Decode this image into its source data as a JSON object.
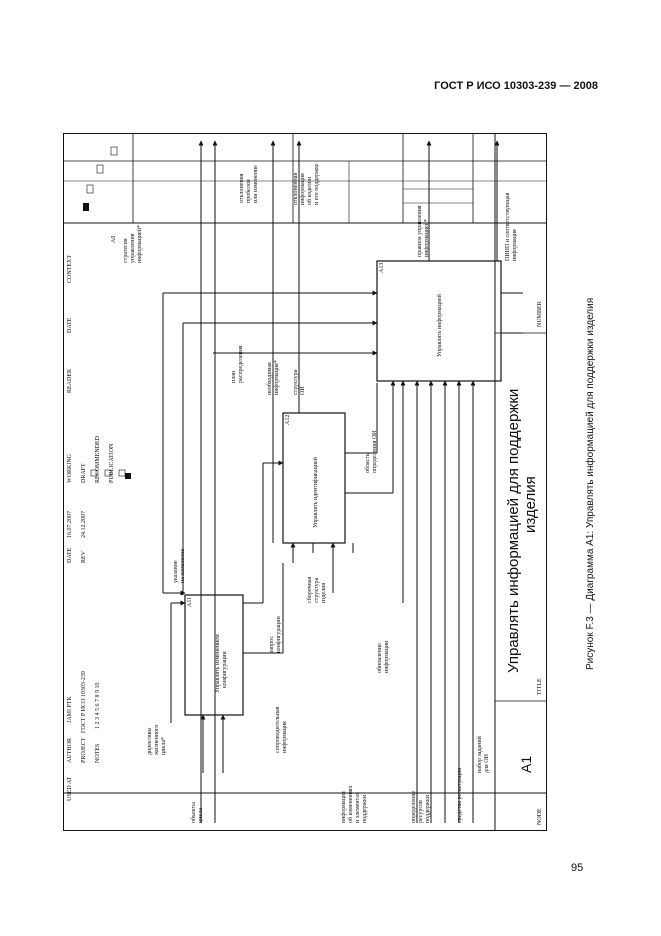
{
  "header": {
    "standard": "ГОСТ Р ИСО 10303-239 — 2008"
  },
  "page_number": "95",
  "caption": "Рисунок F.3 — Диаграмма A1: Управлять информацией для поддержки изделия",
  "form": {
    "used_at": "USED AT",
    "author": "AUTHOR",
    "author_val": "JAMI PTK",
    "project": "PROJECT",
    "project_val": "ГОСТ Р ИСО 10303-239",
    "notes": "NOTES",
    "notes_val": "1 2 3 4 5 6 7 8 9 10",
    "date": "DATE",
    "date_val": "16.07.2007",
    "rev": "REV",
    "rev_val": "24.12.2007",
    "working": "WORKING",
    "draft": "DRAFT",
    "recommended": "RECOMMENDED",
    "publication": "PUBLICATION",
    "reader": "READER",
    "reader_date": "DATE",
    "context": "CONTEXT",
    "context_node": "A0",
    "node": "NODE",
    "node_val": "A1",
    "title": "TITLE",
    "title_val": "Управлять информацией для поддержки изделия",
    "number": "NUMBER"
  },
  "activities": {
    "a1": {
      "name": "Управлять изменением конфигурации",
      "id": "A11"
    },
    "a2": {
      "name": "Управлять идентификацией",
      "id": "A12"
    },
    "a3": {
      "name": "Управлять информацией",
      "id": "A13"
    }
  },
  "arrows": {
    "object_cycle": "объекты цикла",
    "directives": "директивы жизненного цикла*",
    "notice_change": "указание на изменение",
    "info_changes": "информация об изменениях и элементах поддержки",
    "accompany_info": "сопроводительная информация",
    "determine_resources": "определение ресурсов поддержки",
    "means_registration": "средства регистрации",
    "set_tasks": "набор заданий для ОИ",
    "request_config": "запрос конфигурации",
    "update_info": "обновление информации",
    "assembly_structure": "сборочная структура изделия",
    "area_oi": "область определения ОИ",
    "oi_structure": "структура ОИ",
    "required_info": "необходимая информация*",
    "distribution_plan": "план распределения",
    "strategy": "стратегия управления информацией*",
    "rejections": "отклонения пробелов или изменение",
    "rejected_info": "отклоненная информация об изделии и его поддержке",
    "rules": "правила управления информацией*",
    "pbic": "ПИИП и соответствующая информация"
  }
}
